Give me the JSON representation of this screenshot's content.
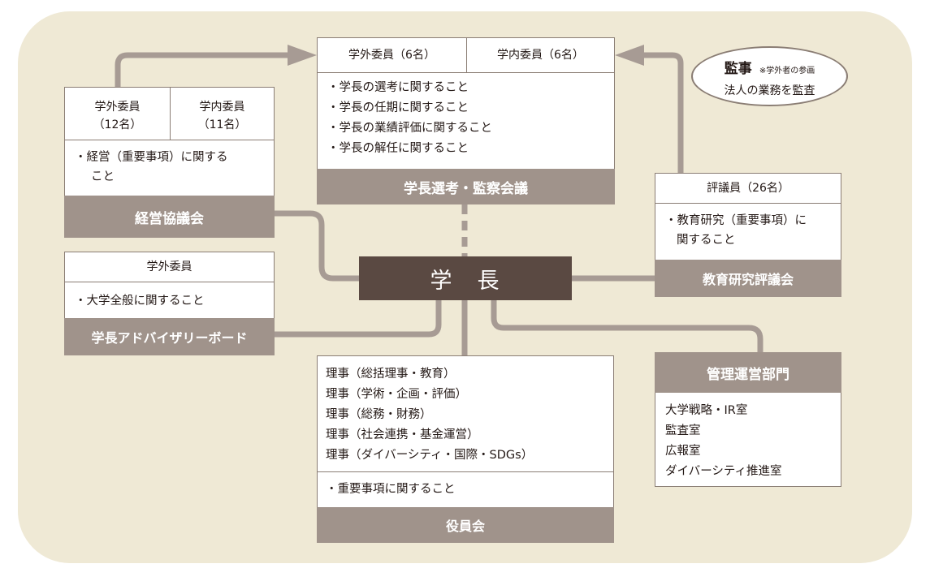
{
  "president": {
    "label": "学　長"
  },
  "auditor": {
    "title": "監事",
    "note": "※学外者の参画",
    "duty": "法人の業務を監査"
  },
  "presidential_selection": {
    "members": [
      "学外委員（6名）",
      "学内委員（6名）"
    ],
    "items": [
      "・学長の選考に関すること",
      "・学長の任期に関すること",
      "・学長の業績評価に関すること",
      "・学長の解任に関すること"
    ],
    "name": "学長選考・監察会議"
  },
  "management_council": {
    "members": [
      {
        "label": "学外委員",
        "count": "（12名）"
      },
      {
        "label": "学内委員",
        "count": "（11名）"
      }
    ],
    "items": [
      "・経営（重要事項）に関する",
      "こと"
    ],
    "name": "経営協議会"
  },
  "advisory_board": {
    "members": "学外委員",
    "items": [
      "・大学全般に関すること"
    ],
    "name": "学長アドバイザリーボード"
  },
  "education_research_council": {
    "members": "評議員（26名）",
    "items": [
      "・教育研究（重要事項）に",
      "関すること"
    ],
    "name": "教育研究評議会"
  },
  "board_of_officers": {
    "directors": [
      "理事（総括理事・教育）",
      "理事（学術・企画・評価）",
      "理事（総務・財務）",
      "理事（社会連携・基金運営）",
      "理事（ダイバーシティ・国際・SDGs）"
    ],
    "items": [
      "・重要事項に関すること"
    ],
    "name": "役員会"
  },
  "admin_division": {
    "name": "管理運営部門",
    "offices": [
      "大学戦略・IR室",
      "監査室",
      "広報室",
      "ダイバーシティ推進室"
    ]
  },
  "colors": {
    "background": "#efe9d5",
    "connector": "#a79b94",
    "bar": "#a0938b",
    "president": "#5a4942"
  }
}
